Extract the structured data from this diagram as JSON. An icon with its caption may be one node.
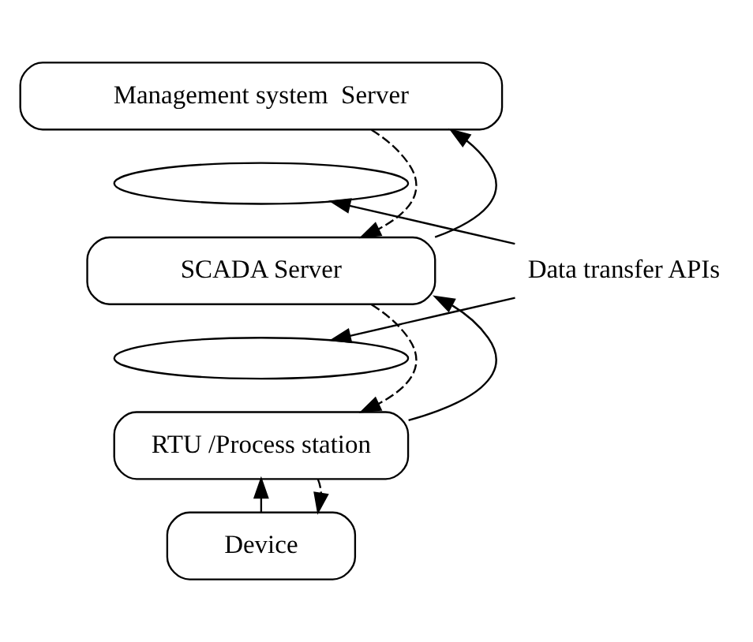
{
  "diagram": {
    "nodes": [
      {
        "text": [
          "Management system  Server"
        ]
      },
      {
        "text": [],
        "shape": "ellipse"
      },
      {
        "text": [
          "SCADA Server"
        ]
      },
      {
        "text": [],
        "shape": "ellipse"
      },
      {
        "text": [
          "RTU /Process station"
        ]
      },
      {
        "text": [
          "Device"
        ]
      },
      {
        "text": [
          "Data transfer APIs"
        ]
      }
    ],
    "edges": [
      {
        "from": 0,
        "to": 2,
        "arrow": "to",
        "style": "dashed"
      },
      {
        "from": 2,
        "to": 0,
        "arrow": "to"
      },
      {
        "from": 2,
        "to": 4,
        "arrow": "to",
        "style": "dashed"
      },
      {
        "from": 4,
        "to": 2,
        "arrow": "to"
      },
      {
        "from": 5,
        "to": 4,
        "arrow": "to"
      },
      {
        "from": 4,
        "to": 5,
        "arrow": "to",
        "style": "dashed"
      },
      {
        "from": 6,
        "to": 1,
        "arrow": "to"
      },
      {
        "from": 6,
        "to": 3,
        "arrow": "to"
      }
    ]
  }
}
